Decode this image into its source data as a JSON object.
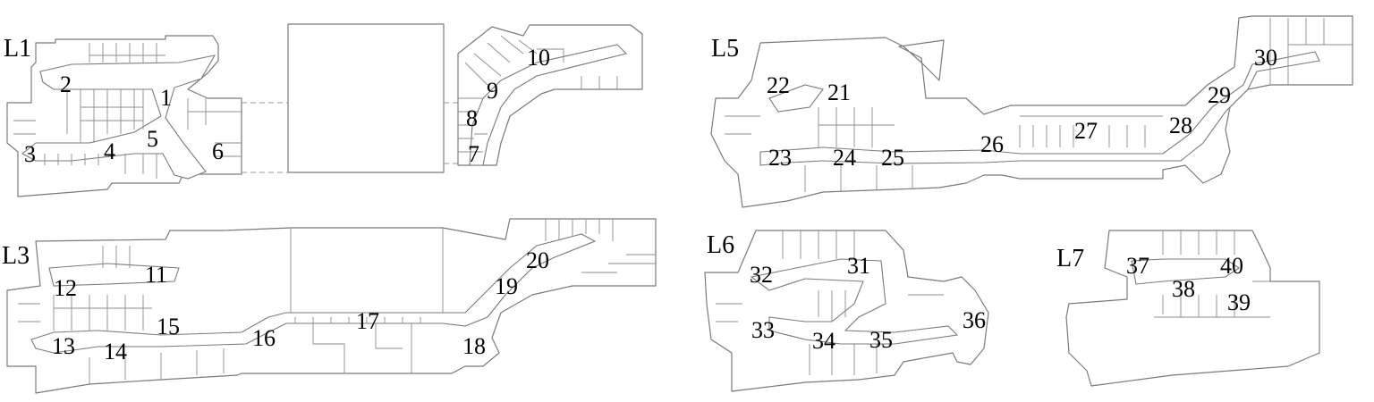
{
  "levels": [
    {
      "label": "L1",
      "points": [
        {
          "id": "1",
          "label": "1"
        },
        {
          "id": "2",
          "label": "2"
        },
        {
          "id": "3",
          "label": "3"
        },
        {
          "id": "4",
          "label": "4"
        },
        {
          "id": "5",
          "label": "5"
        },
        {
          "id": "6",
          "label": "6"
        },
        {
          "id": "7",
          "label": "7"
        },
        {
          "id": "8",
          "label": "8"
        },
        {
          "id": "9",
          "label": "9"
        },
        {
          "id": "10",
          "label": "10"
        }
      ]
    },
    {
      "label": "L3",
      "points": [
        {
          "id": "11",
          "label": "11"
        },
        {
          "id": "12",
          "label": "12"
        },
        {
          "id": "13",
          "label": "13"
        },
        {
          "id": "14",
          "label": "14"
        },
        {
          "id": "15",
          "label": "15"
        },
        {
          "id": "16",
          "label": "16"
        },
        {
          "id": "17",
          "label": "17"
        },
        {
          "id": "18",
          "label": "18"
        },
        {
          "id": "19",
          "label": "19"
        },
        {
          "id": "20",
          "label": "20"
        }
      ]
    },
    {
      "label": "L5",
      "points": [
        {
          "id": "21",
          "label": "21"
        },
        {
          "id": "22",
          "label": "22"
        },
        {
          "id": "23",
          "label": "23"
        },
        {
          "id": "24",
          "label": "24"
        },
        {
          "id": "25",
          "label": "25"
        },
        {
          "id": "26",
          "label": "26"
        },
        {
          "id": "27",
          "label": "27"
        },
        {
          "id": "28",
          "label": "28"
        },
        {
          "id": "29",
          "label": "29"
        },
        {
          "id": "30",
          "label": "30"
        }
      ]
    },
    {
      "label": "L6",
      "points": [
        {
          "id": "31",
          "label": "31"
        },
        {
          "id": "32",
          "label": "32"
        },
        {
          "id": "33",
          "label": "33"
        },
        {
          "id": "34",
          "label": "34"
        },
        {
          "id": "35",
          "label": "35"
        },
        {
          "id": "36",
          "label": "36"
        }
      ]
    },
    {
      "label": "L7",
      "points": [
        {
          "id": "37",
          "label": "37"
        },
        {
          "id": "38",
          "label": "38"
        },
        {
          "id": "39",
          "label": "39"
        },
        {
          "id": "40",
          "label": "40"
        }
      ]
    }
  ]
}
